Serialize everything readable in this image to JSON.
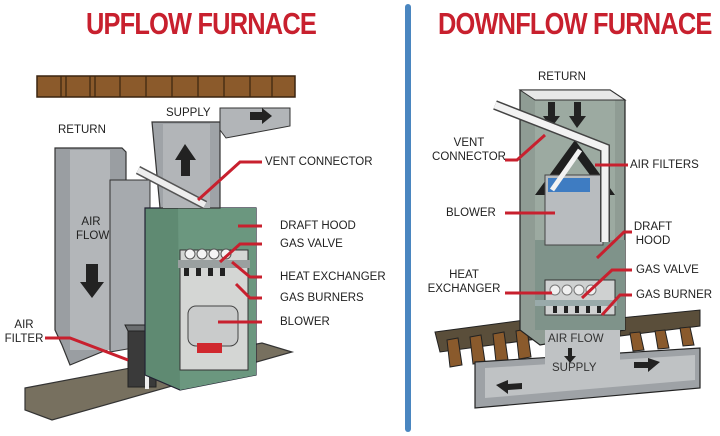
{
  "panels": {
    "left": {
      "title": "UPFLOW FURNACE",
      "labels": {
        "supply": "SUPPLY",
        "return": "RETURN",
        "air_flow_1": "AIR",
        "air_flow_2": "FLOW",
        "vent_connector": "VENT CONNECTOR",
        "draft_hood": "DRAFT HOOD",
        "gas_valve": "GAS VALVE",
        "heat_exchanger": "HEAT EXCHANGER",
        "gas_burners": "GAS BURNERS",
        "blower": "BLOWER",
        "air_filter_1": "AIR",
        "air_filter_2": "FILTER"
      }
    },
    "right": {
      "title": "DOWNFLOW FURNACE",
      "labels": {
        "return": "RETURN",
        "vent_connector_1": "VENT",
        "vent_connector_2": "CONNECTOR",
        "air_filters": "AIR FILTERS",
        "blower": "BLOWER",
        "draft_hood_1": "DRAFT",
        "draft_hood_2": "HOOD",
        "gas_valve": "GAS VALVE",
        "heat_exchanger_1": "HEAT",
        "heat_exchanger_2": "EXCHANGER",
        "gas_burner": "GAS BURNER",
        "air_flow": "AIR FLOW",
        "supply": "SUPPLY"
      }
    }
  },
  "colors": {
    "title": "#c8202e",
    "divider": "#4a86c0",
    "leader": "#c8202e",
    "furnace_green": "#5f8a72",
    "duct_gray": "#a9adb0",
    "floor_wood": "#8a5a2c"
  }
}
